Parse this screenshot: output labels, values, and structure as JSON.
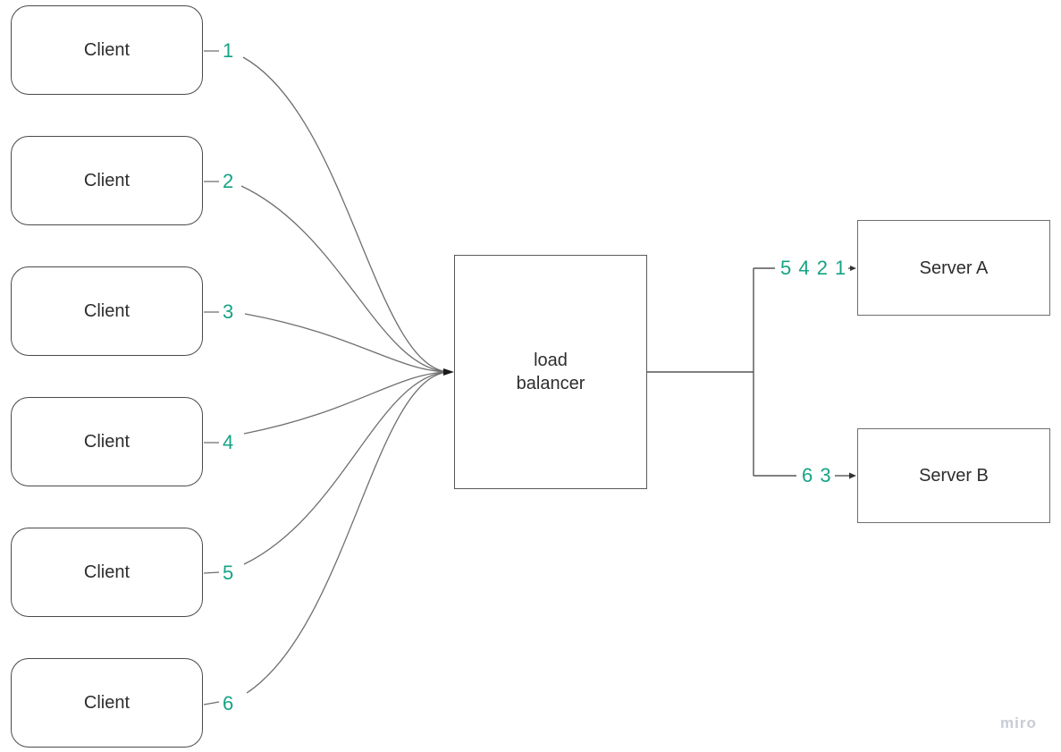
{
  "diagram": {
    "clients": [
      {
        "label": "Client",
        "number": "1"
      },
      {
        "label": "Client",
        "number": "2"
      },
      {
        "label": "Client",
        "number": "3"
      },
      {
        "label": "Client",
        "number": "4"
      },
      {
        "label": "Client",
        "number": "5"
      },
      {
        "label": "Client",
        "number": "6"
      }
    ],
    "load_balancer": {
      "lines": [
        "load",
        "balancer"
      ]
    },
    "servers": [
      {
        "label": "Server A",
        "queue": "5 4 2 1"
      },
      {
        "label": "Server B",
        "queue": "6 3"
      }
    ],
    "colors": {
      "accent": "#16a385",
      "line": "#6e6e6e",
      "border": "#4a4a4a",
      "text": "#2d2d2d",
      "watermark": "#c8cbd5"
    },
    "watermark": "miro"
  }
}
